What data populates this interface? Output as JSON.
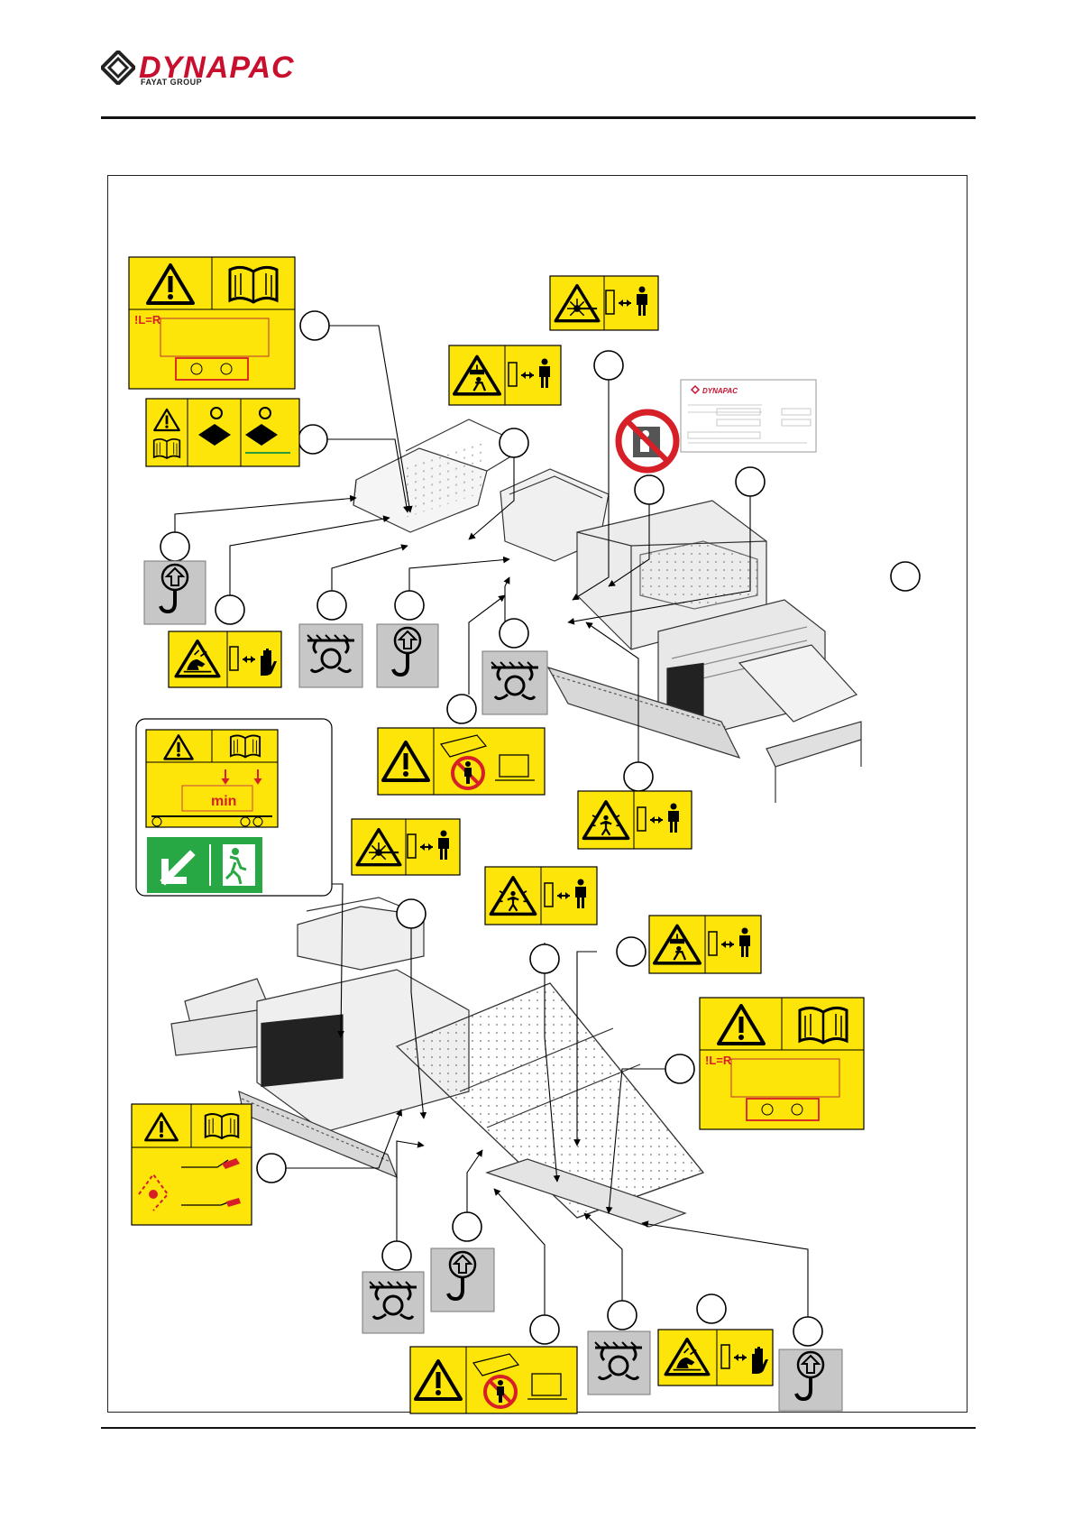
{
  "header": {
    "brand": "DYNAPAC",
    "group": "FAYAT GROUP"
  },
  "colors": {
    "brand_red": "#c8102e",
    "decal_yellow": "#fde50a",
    "exit_green": "#27a844",
    "prohibit_red": "#d61f26",
    "lift_grey": "#c7c7c7"
  },
  "labels": {
    "formula": "!L=R",
    "min": "min",
    "nameplate_brand": "DYNAPAC"
  },
  "icons": [
    "warning-triangle-icon",
    "manual-book-icon",
    "hand-crush-icon",
    "laser-icon",
    "falling-load-icon",
    "lift-point-icon",
    "tie-down-point-icon",
    "no-entry-icon",
    "emergency-exit-icon",
    "flying-debris-icon"
  ]
}
